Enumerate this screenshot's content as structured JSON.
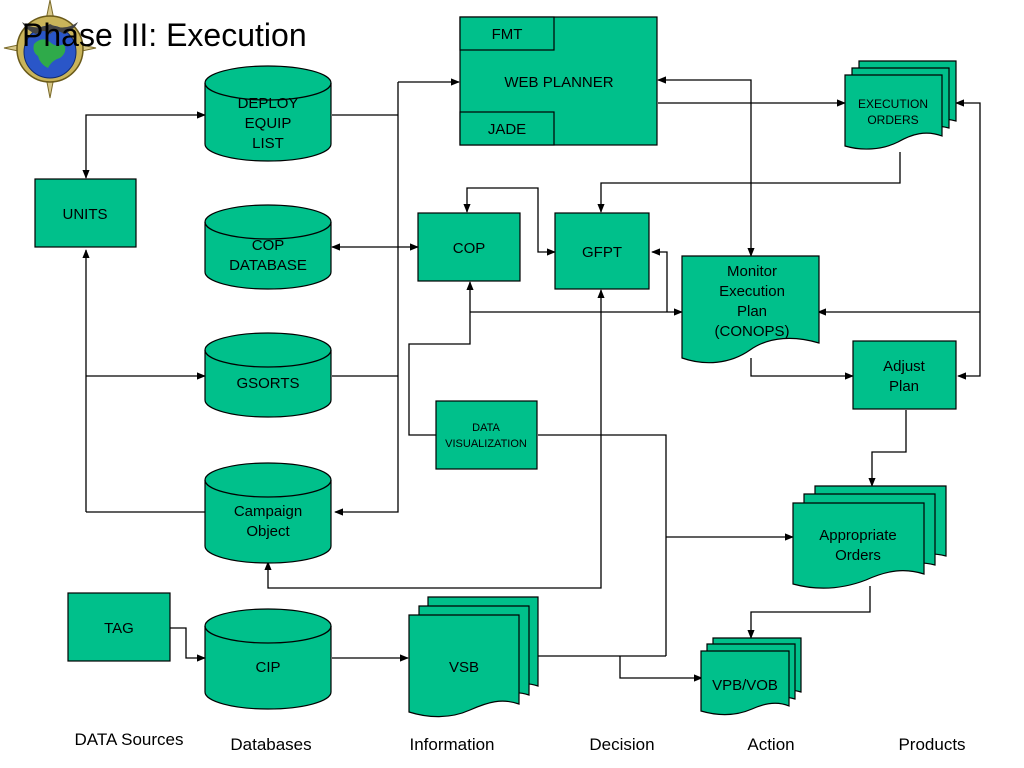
{
  "title": "Phase III:  Execution",
  "nodes": {
    "fmt": "FMT",
    "web_planner": "WEB PLANNER",
    "jade": "JADE",
    "execution_orders": [
      "EXECUTION",
      "ORDERS"
    ],
    "deploy_equip_list": [
      "DEPLOY",
      "EQUIP",
      "LIST"
    ],
    "units": "UNITS",
    "cop_database": [
      "COP",
      "DATABASE"
    ],
    "cop": "COP",
    "gfpt": "GFPT",
    "monitor": [
      "Monitor",
      "Execution",
      "Plan",
      "(CONOPS)"
    ],
    "gsorts": "GSORTS",
    "adjust_plan": [
      "Adjust",
      "Plan"
    ],
    "data_visualization": [
      "DATA",
      "VISUALIZATION"
    ],
    "campaign_object": [
      "Campaign",
      "Object"
    ],
    "appropriate_orders": [
      "Appropriate",
      "Orders"
    ],
    "tag": "TAG",
    "cip": "CIP",
    "vsb": "VSB",
    "vpb_vob": "VPB/VOB"
  },
  "columns": [
    "DATA Sources",
    "Databases",
    "Information",
    "Decision",
    "Action",
    "Products"
  ],
  "colors": {
    "node_fill": "#00c08b",
    "line": "#000000"
  },
  "icons": [
    "globe-emblem-icon"
  ]
}
